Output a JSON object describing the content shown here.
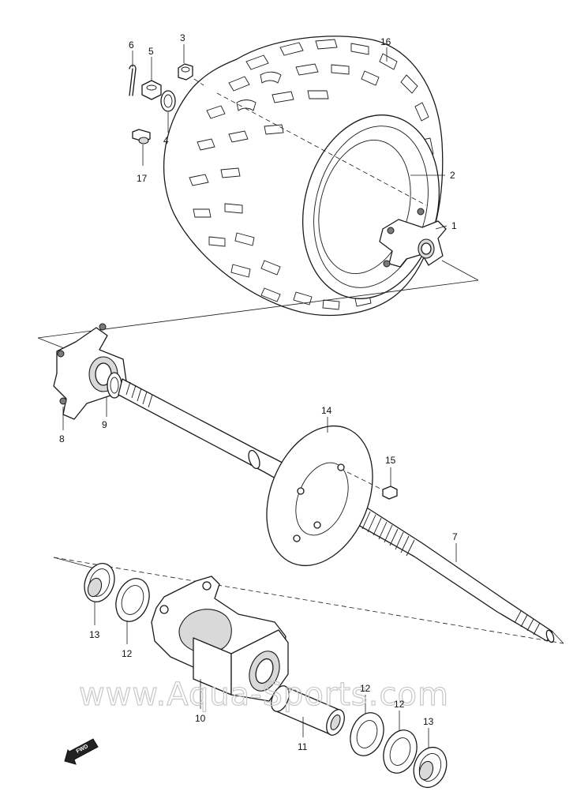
{
  "watermark": "www.Aqua-Sports.com",
  "direction_badge": "FWD",
  "part_numbers": [
    {
      "id": "p6",
      "label": "6"
    },
    {
      "id": "p5",
      "label": "5"
    },
    {
      "id": "p3",
      "label": "3"
    },
    {
      "id": "p16",
      "label": "16"
    },
    {
      "id": "p4",
      "label": "4"
    },
    {
      "id": "p17",
      "label": "17"
    },
    {
      "id": "p2",
      "label": "2"
    },
    {
      "id": "p1",
      "label": "1"
    },
    {
      "id": "p8",
      "label": "8"
    },
    {
      "id": "p9",
      "label": "9"
    },
    {
      "id": "p14",
      "label": "14"
    },
    {
      "id": "p15",
      "label": "15"
    },
    {
      "id": "p7",
      "label": "7"
    },
    {
      "id": "p13a",
      "label": "13"
    },
    {
      "id": "p12a",
      "label": "12"
    },
    {
      "id": "p10",
      "label": "10"
    },
    {
      "id": "p11",
      "label": "11"
    },
    {
      "id": "p12b",
      "label": "12"
    },
    {
      "id": "p12c",
      "label": "12"
    },
    {
      "id": "p13b",
      "label": "13"
    }
  ]
}
